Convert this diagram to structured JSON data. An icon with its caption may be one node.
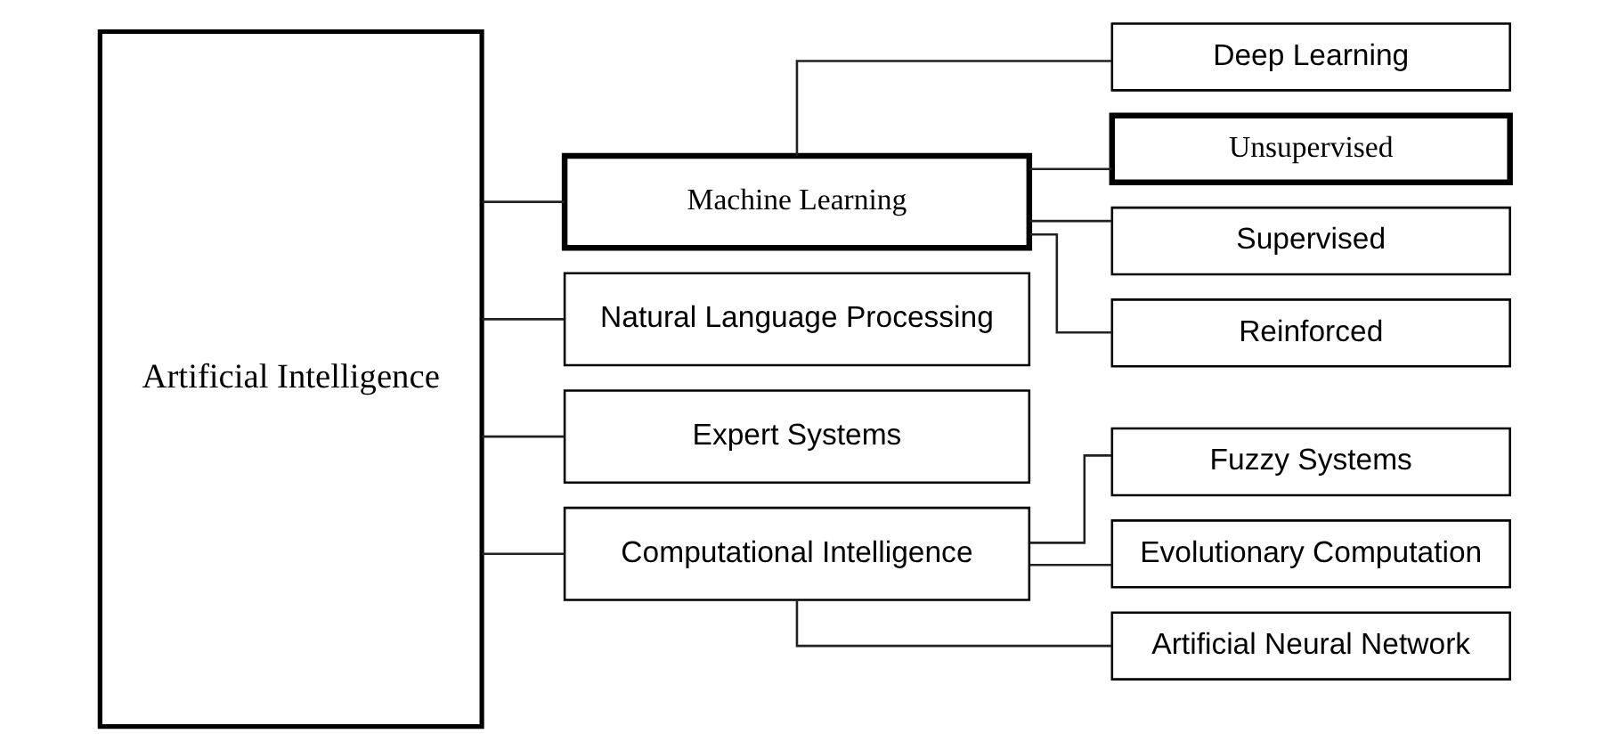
{
  "diagram": {
    "nodes": [
      {
        "text": [
          "Artificial Intelligence"
        ]
      },
      {
        "text": [
          "Machine Learning"
        ]
      },
      {
        "text": [
          "Natural Language Processing"
        ]
      },
      {
        "text": [
          "Expert Systems"
        ]
      },
      {
        "text": [
          "Computational Intelligence"
        ]
      },
      {
        "text": [
          "Deep Learning"
        ]
      },
      {
        "text": [
          "Unsupervised"
        ]
      },
      {
        "text": [
          "Supervised"
        ]
      },
      {
        "text": [
          "Reinforced"
        ]
      },
      {
        "text": [
          "Fuzzy Systems"
        ]
      },
      {
        "text": [
          "Evolutionary Computation"
        ]
      },
      {
        "text": [
          "Artificial Neural Network"
        ]
      }
    ],
    "edges": [
      {
        "from": 0,
        "to": 1,
        "arrow": "none"
      },
      {
        "from": 0,
        "to": 2,
        "arrow": "none"
      },
      {
        "from": 0,
        "to": 3,
        "arrow": "none"
      },
      {
        "from": 0,
        "to": 4,
        "arrow": "none"
      },
      {
        "from": 1,
        "to": 5,
        "arrow": "none"
      },
      {
        "from": 1,
        "to": 6,
        "arrow": "none"
      },
      {
        "from": 1,
        "to": 7,
        "arrow": "none"
      },
      {
        "from": 1,
        "to": 8,
        "arrow": "none"
      },
      {
        "from": 4,
        "to": 9,
        "arrow": "none"
      },
      {
        "from": 4,
        "to": 10,
        "arrow": "none"
      },
      {
        "from": 4,
        "to": 11,
        "arrow": "none"
      }
    ]
  }
}
